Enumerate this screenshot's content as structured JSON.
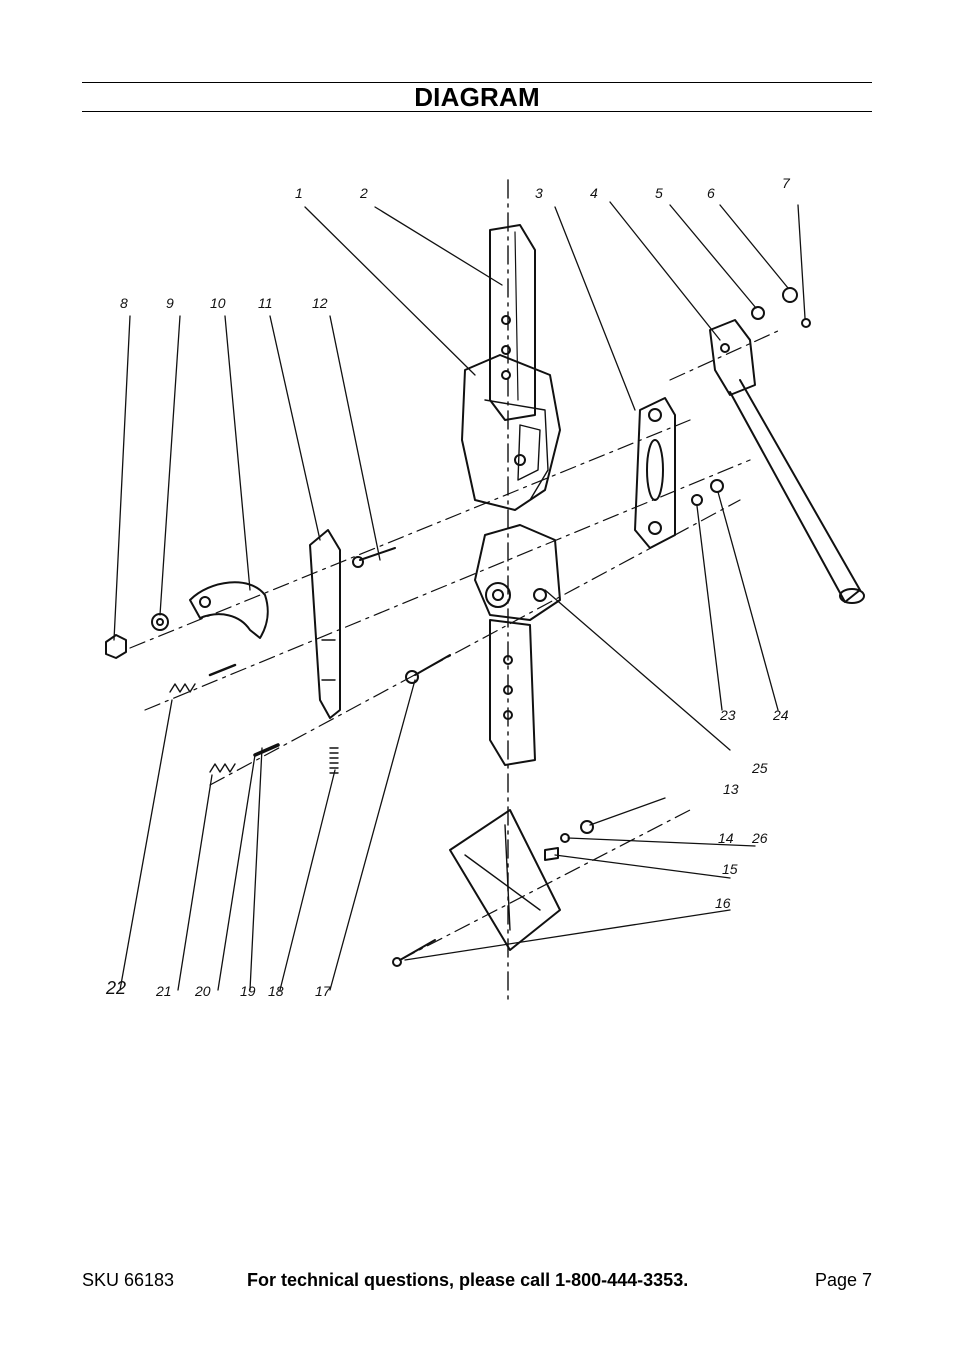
{
  "header": {
    "title": "DIAGRAM"
  },
  "diagram": {
    "part_labels": [
      "1",
      "2",
      "3",
      "4",
      "5",
      "6",
      "7",
      "8",
      "9",
      "10",
      "11",
      "12",
      "13",
      "14",
      "15",
      "16",
      "17",
      "18",
      "19",
      "20",
      "21",
      "22",
      "23",
      "24",
      "25",
      "26"
    ]
  },
  "footer": {
    "sku": "SKU 66183",
    "tech_line": "For technical questions, please call 1-800-444-3353.",
    "page": "Page 7"
  }
}
